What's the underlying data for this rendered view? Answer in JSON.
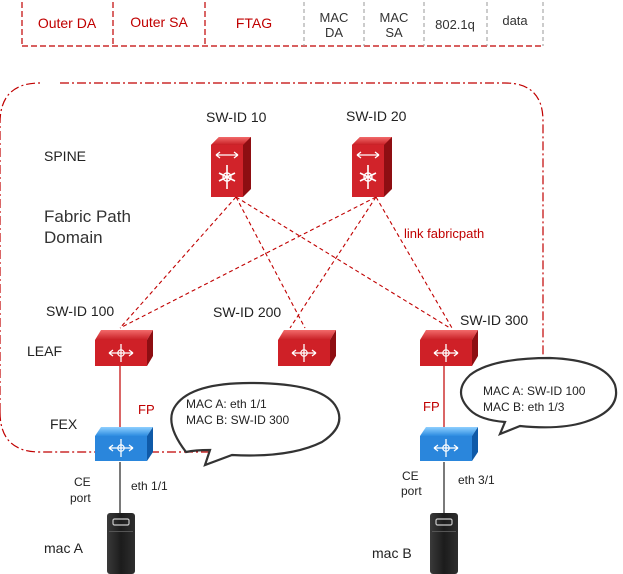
{
  "header": {
    "fields": [
      "Outer DA",
      "Outer SA",
      "FTAG",
      "MAC DA",
      "MAC SA",
      "802.1q",
      "data"
    ]
  },
  "labels": {
    "spine": "SPINE",
    "domain_line1": "Fabric Path",
    "domain_line2": "Domain",
    "leaf": "LEAF",
    "fex": "FEX",
    "link_fabricpath": "link fabricpath",
    "fp_left": "FP",
    "fp_right": "FP",
    "ce_port_left_1": "CE",
    "ce_port_left_2": "port",
    "ce_port_right_1": "CE",
    "ce_port_right_2": "port",
    "eth_left": "eth 1/1",
    "eth_right": "eth 3/1"
  },
  "switches": {
    "spine_left": "SW-ID 10",
    "spine_right": "SW-ID 20",
    "leaf_left": "SW-ID 100",
    "leaf_mid": "SW-ID 200",
    "leaf_right": "SW-ID 300"
  },
  "hosts": {
    "left": "mac A",
    "right": "mac B"
  },
  "callouts": {
    "left": [
      "MAC A: eth 1/1",
      "MAC B: SW-ID 300"
    ],
    "right": [
      "MAC A: SW-ID 100",
      "MAC B: eth 1/3"
    ]
  },
  "colors": {
    "accent_red": "#c00000",
    "switch_red": "#c8102e",
    "fex_blue": "#1f7fd6"
  }
}
